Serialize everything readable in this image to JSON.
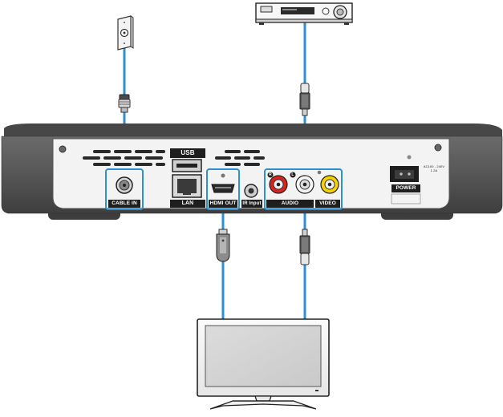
{
  "labels": {
    "cable_in": "CABLE IN",
    "usb": "USB",
    "lan": "LAN",
    "hdmi_out": "HDMI OUT",
    "ir_input": "IR Input",
    "audio": "AUDIO",
    "audio_left_marker": "R",
    "audio_right_marker": "L",
    "video": "VIDEO",
    "power": "POWER",
    "power_rating": "AC100 - 240V 1.2A"
  },
  "colors": {
    "cable": "#2f8fd0",
    "highlight_border": "#2f8fd0",
    "device_body": "#5d5d5d",
    "back_panel": "#f2f2f2",
    "rca_red": "#d9231f",
    "rca_white": "#f4f4f4",
    "rca_yellow": "#f5d200"
  },
  "devices": [
    "wall-outlet",
    "av-receiver",
    "set-top-box",
    "television"
  ]
}
